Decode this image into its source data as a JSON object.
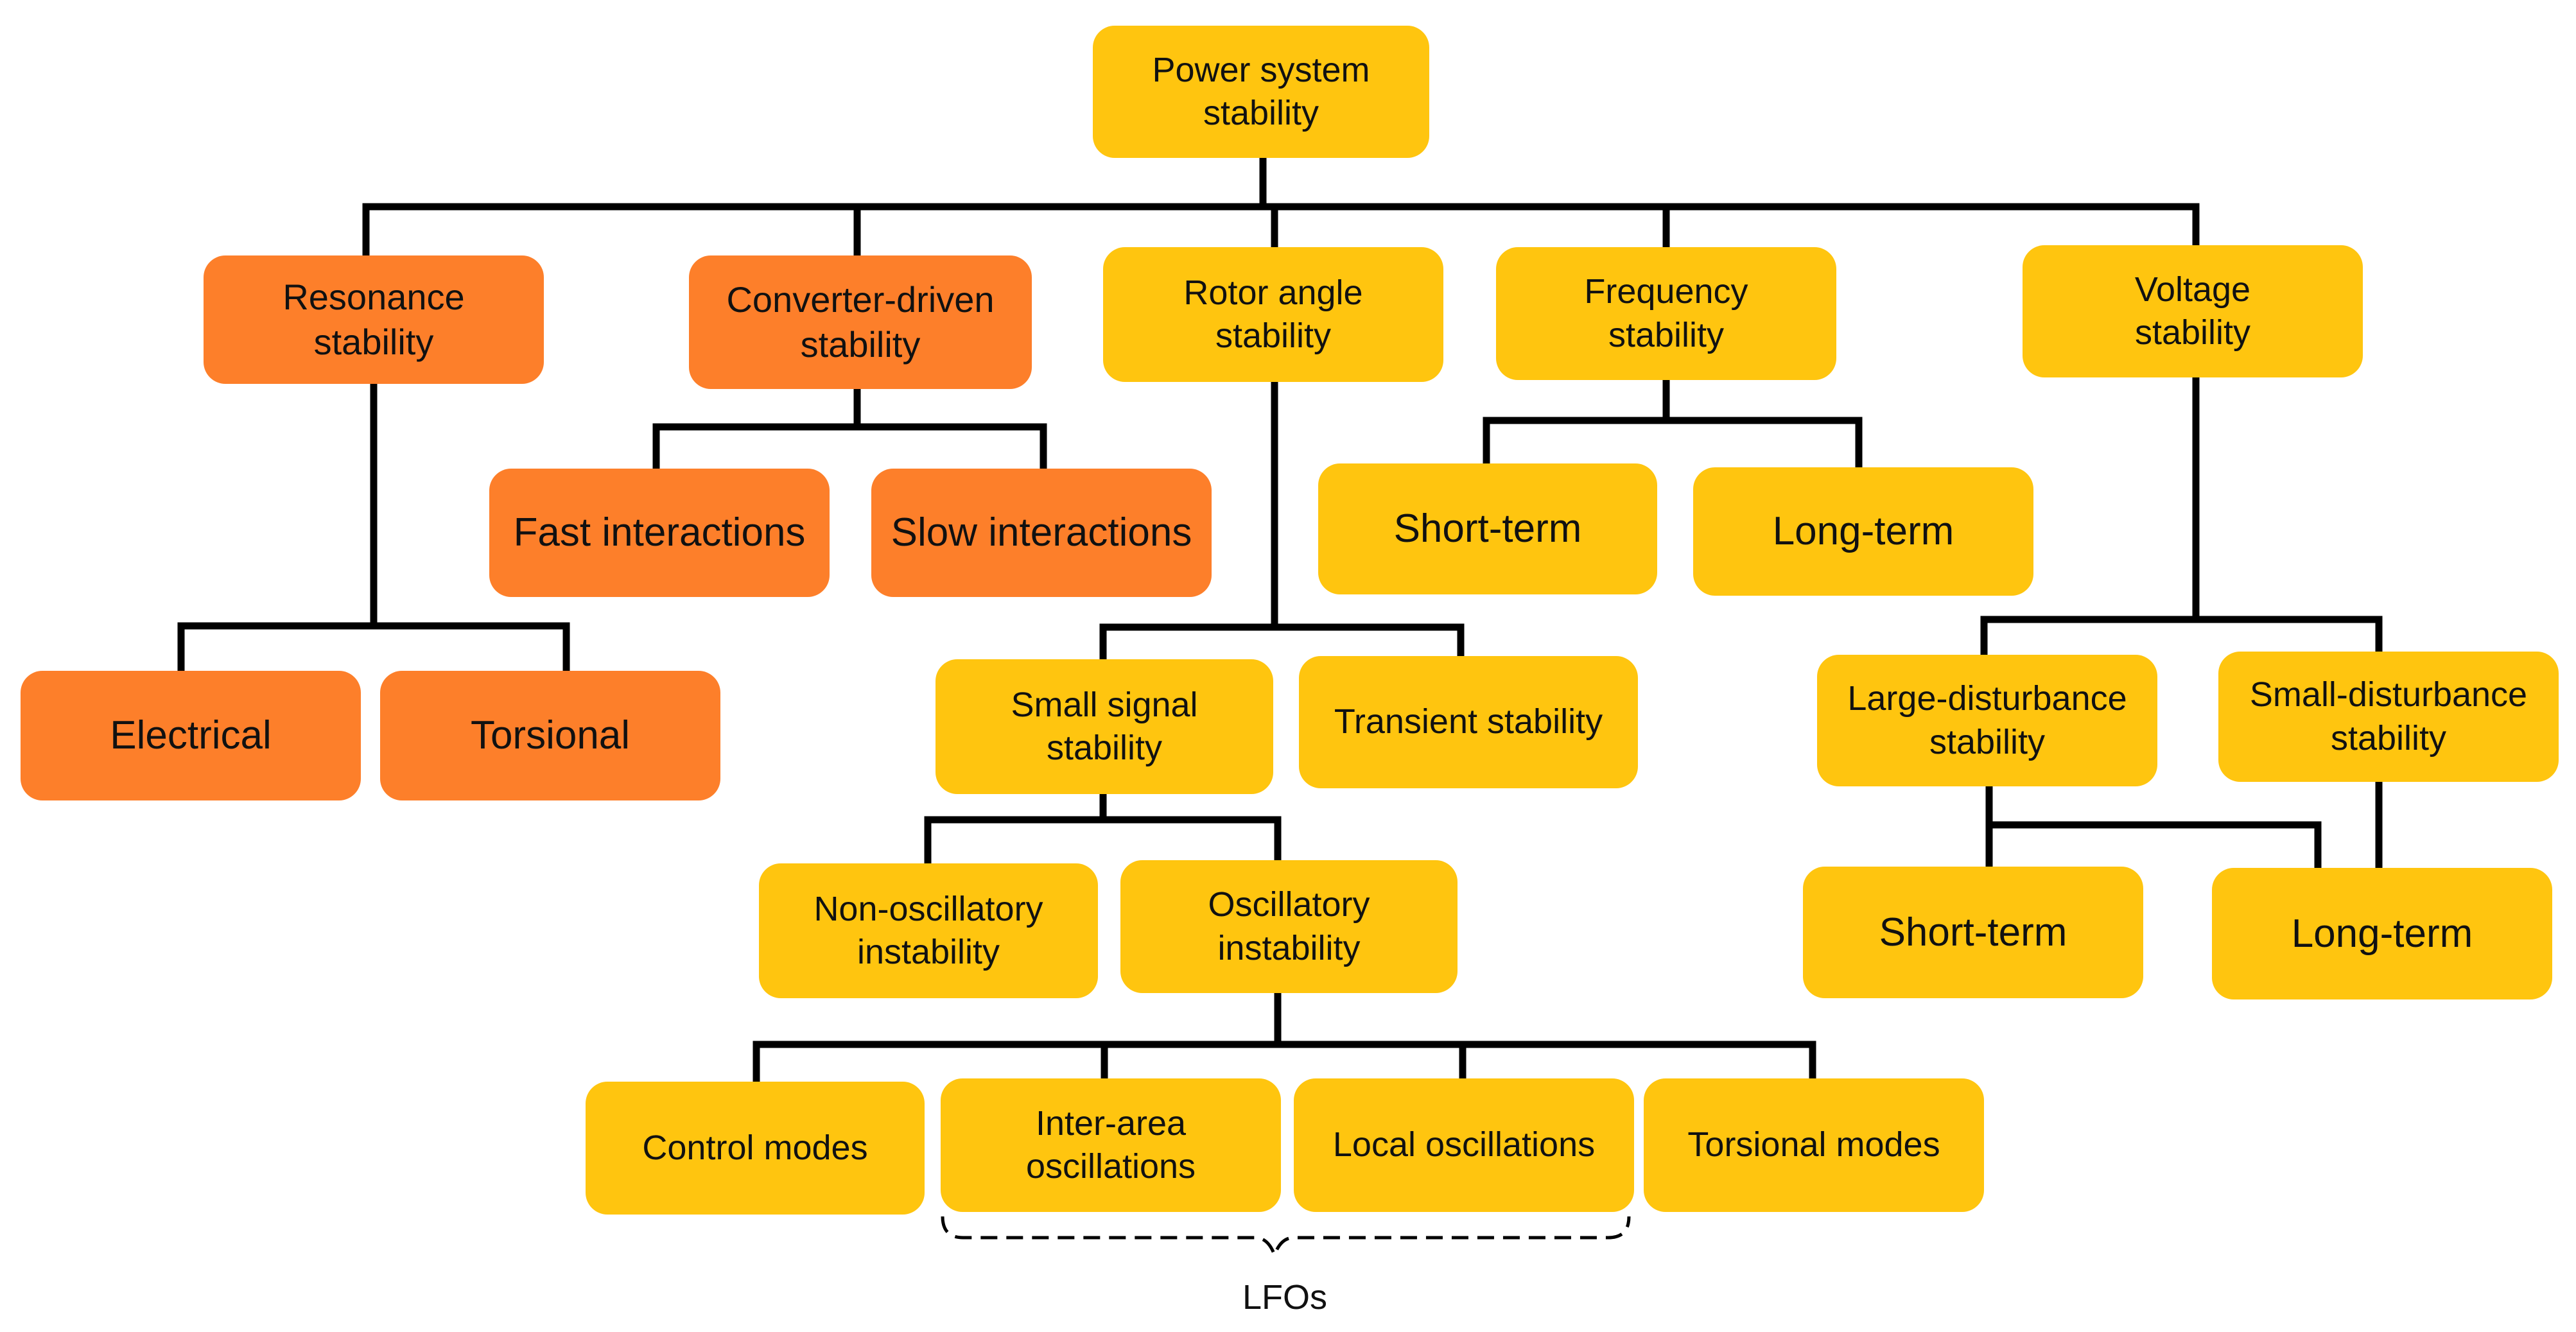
{
  "colors": {
    "primary_node": "#FFC50F",
    "secondary_node": "#FD7F2A",
    "connector": "#000000"
  },
  "nodes": {
    "root": "Power system\nstability",
    "resonance": "Resonance\nstability",
    "converter": "Converter-driven\nstability",
    "rotor": "Rotor angle\nstability",
    "frequency": "Frequency\nstability",
    "voltage": "Voltage\nstability",
    "fast": "Fast interactions",
    "slow": "Slow interactions",
    "electrical": "Electrical",
    "torsional": "Torsional",
    "freq_short": "Short-term",
    "freq_long": "Long-term",
    "small_signal": "Small signal\nstability",
    "transient": "Transient stability",
    "large_dist": "Large-disturbance\nstability",
    "small_dist": "Small-disturbance\nstability",
    "non_osc": "Non-oscillatory\ninstability",
    "osc": "Oscillatory\ninstability",
    "volt_short": "Short-term",
    "volt_long": "Long-term",
    "control_modes": "Control modes",
    "inter_area": "Inter-area\noscillations",
    "local": "Local oscillations",
    "torsional_modes": "Torsional modes"
  },
  "brace_label": "LFOs"
}
